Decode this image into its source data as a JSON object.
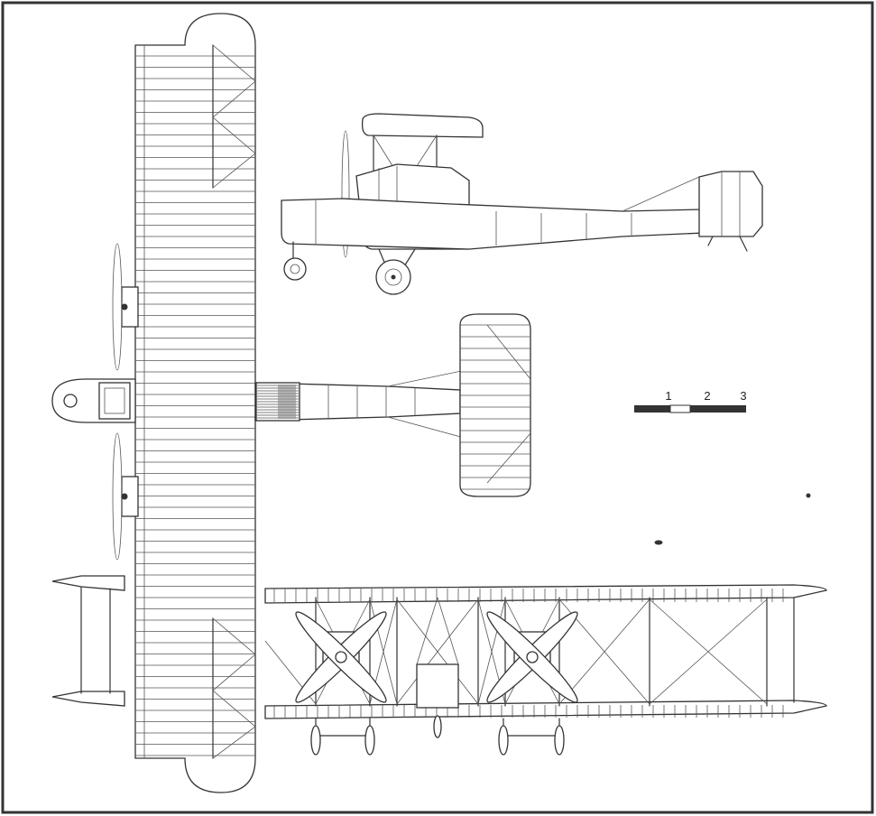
{
  "scale_bar": {
    "ticks": [
      "1",
      "2",
      "3"
    ]
  }
}
